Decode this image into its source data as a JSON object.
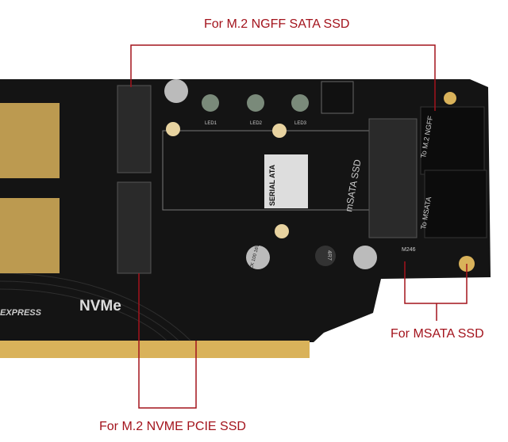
{
  "callouts": {
    "ngff": "For M.2 NGFF SATA SSD",
    "msata": "For MSATA SSD",
    "nvme": "For M.2 NVME PCIE SSD"
  },
  "board_print": {
    "nvme": "NVMe",
    "msata_ssd": "mSATA SSD",
    "to_m2_ngff": "To M.2 NGFF",
    "to_msata": "To MSATA",
    "m246": "M246",
    "pci_express": "EXPRESS",
    "serial_ata": "SERIAL ATA",
    "led1": "LED1",
    "led2": "LED2",
    "led3": "LED3",
    "cap": "CK 100 16V",
    "inductor": "4R7"
  },
  "colors": {
    "callout": "#a3131c",
    "board": "#141414",
    "gold": "#d9b25a"
  }
}
